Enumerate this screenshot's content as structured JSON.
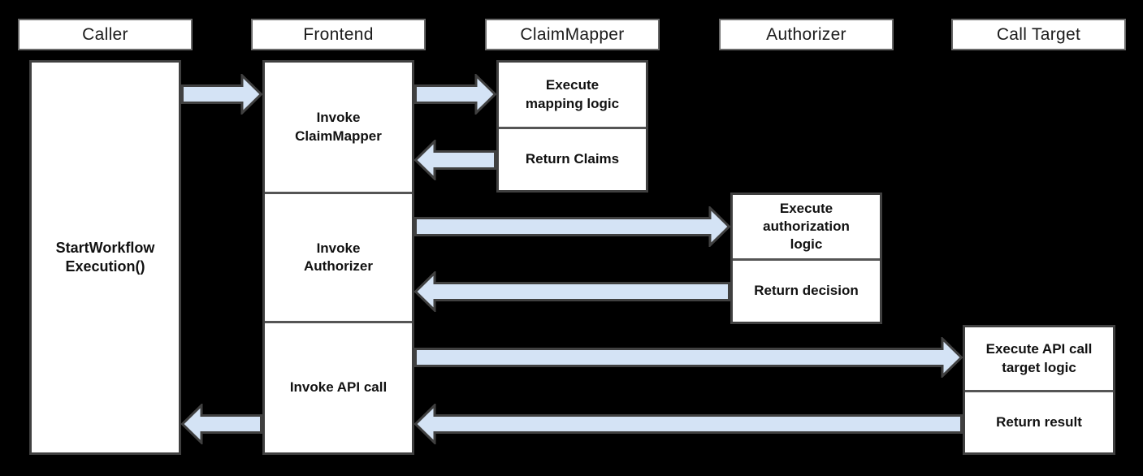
{
  "diagram_type": "sequence-diagram",
  "lifelines": [
    {
      "label": "Caller"
    },
    {
      "label": "Frontend"
    },
    {
      "label": "ClaimMapper"
    },
    {
      "label": "Authorizer"
    },
    {
      "label": "Call Target"
    }
  ],
  "caller": {
    "activation_label": "StartWorkflow\nExecution()"
  },
  "frontend": {
    "cells": [
      {
        "label": "Invoke\nClaimMapper"
      },
      {
        "label": "Invoke\nAuthorizer"
      },
      {
        "label": "Invoke API call"
      }
    ]
  },
  "claim_mapper": {
    "cells": [
      {
        "label": "Execute\nmapping logic"
      },
      {
        "label": "Return Claims"
      }
    ]
  },
  "authorizer": {
    "cells": [
      {
        "label": "Execute\nauthorization\nlogic"
      },
      {
        "label": "Return decision"
      }
    ]
  },
  "call_target": {
    "cells": [
      {
        "label": "Execute API call\ntarget logic"
      },
      {
        "label": "Return result"
      }
    ]
  },
  "arrows": [
    {
      "from": "Caller",
      "to": "Frontend",
      "direction": "right"
    },
    {
      "from": "Frontend",
      "to": "ClaimMapper",
      "direction": "right"
    },
    {
      "from": "ClaimMapper",
      "to": "Frontend",
      "direction": "left"
    },
    {
      "from": "Frontend",
      "to": "Authorizer",
      "direction": "right"
    },
    {
      "from": "Authorizer",
      "to": "Frontend",
      "direction": "left"
    },
    {
      "from": "Frontend",
      "to": "Call Target",
      "direction": "right"
    },
    {
      "from": "Call Target",
      "to": "Frontend",
      "direction": "left"
    },
    {
      "from": "Frontend",
      "to": "Caller",
      "direction": "left"
    }
  ],
  "colors": {
    "background": "#000000",
    "box_fill": "#ffffff",
    "box_border": "#404040",
    "header_border": "#696969",
    "arrow_fill": "#d4e3f5",
    "arrow_stroke": "#404040",
    "text": "#111111"
  }
}
